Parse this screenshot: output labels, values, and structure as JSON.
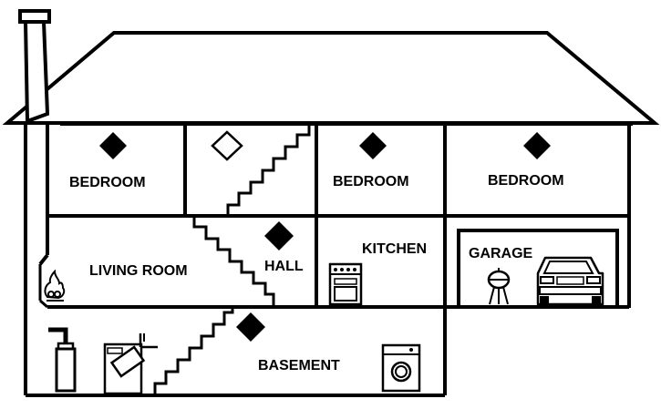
{
  "rooms": {
    "bedroom_left": "BEDROOM",
    "bedroom_middle": "BEDROOM",
    "bedroom_right": "BEDROOM",
    "living_room": "LIVING ROOM",
    "hall": "HALL",
    "kitchen": "KITCHEN",
    "garage": "GARAGE",
    "basement": "BASEMENT"
  },
  "markers": [
    {
      "room": "bedroom_left",
      "style": "filled"
    },
    {
      "room": "stairwell_upper",
      "style": "outline"
    },
    {
      "room": "bedroom_middle",
      "style": "filled"
    },
    {
      "room": "bedroom_right",
      "style": "filled"
    },
    {
      "room": "hall",
      "style": "filled"
    },
    {
      "room": "basement",
      "style": "filled"
    }
  ],
  "colors": {
    "line": "#000000",
    "background": "#ffffff"
  }
}
